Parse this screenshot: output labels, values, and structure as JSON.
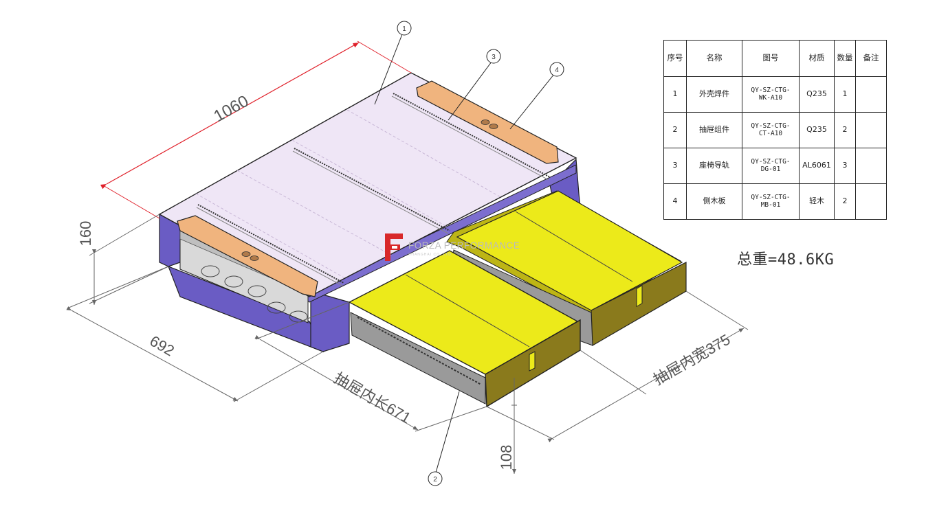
{
  "dimensions": {
    "length": "1060",
    "height": "160",
    "depth": "692",
    "drawer_inner_length": "抽屉内长671",
    "drawer_inner_width": "抽屉内宽375",
    "drawer_height": "108"
  },
  "balloons": [
    "1",
    "2",
    "3",
    "4"
  ],
  "bom": {
    "headers": [
      "序号",
      "名称",
      "图号",
      "材质",
      "数量",
      "备注"
    ],
    "rows": [
      {
        "no": "1",
        "name": "外壳焊件",
        "code_1": "QY-SZ-CTG-",
        "code_2": "WK-A10",
        "material": "Q235",
        "qty": "1",
        "note": ""
      },
      {
        "no": "2",
        "name": "抽屉组件",
        "code_1": "QY-SZ-CTG-",
        "code_2": "CT-A10",
        "material": "Q235",
        "qty": "2",
        "note": ""
      },
      {
        "no": "3",
        "name": "座椅导轨",
        "code_1": "QY-SZ-CTG-",
        "code_2": "DG-01",
        "material": "AL6061",
        "qty": "3",
        "note": ""
      },
      {
        "no": "4",
        "name": "侧木板",
        "code_1": "QY-SZ-CTG-",
        "code_2": "MB-01",
        "material": "轻木",
        "qty": "2",
        "note": ""
      }
    ]
  },
  "total_weight": "总重=48.6KG",
  "logo": {
    "text": "FORZA PERFORMANCE",
    "subtext": "SHANGHAI CO.,LTD"
  },
  "colors": {
    "top_surface": "#efe6f6",
    "housing_side": "#6a5cc4",
    "drawer_yellow": "#ecea1a",
    "drawer_front": "#8a7a1c",
    "wood_panel": "#f0b47e",
    "dimension_red": "#e0202a",
    "logo_red": "#d8282a"
  }
}
